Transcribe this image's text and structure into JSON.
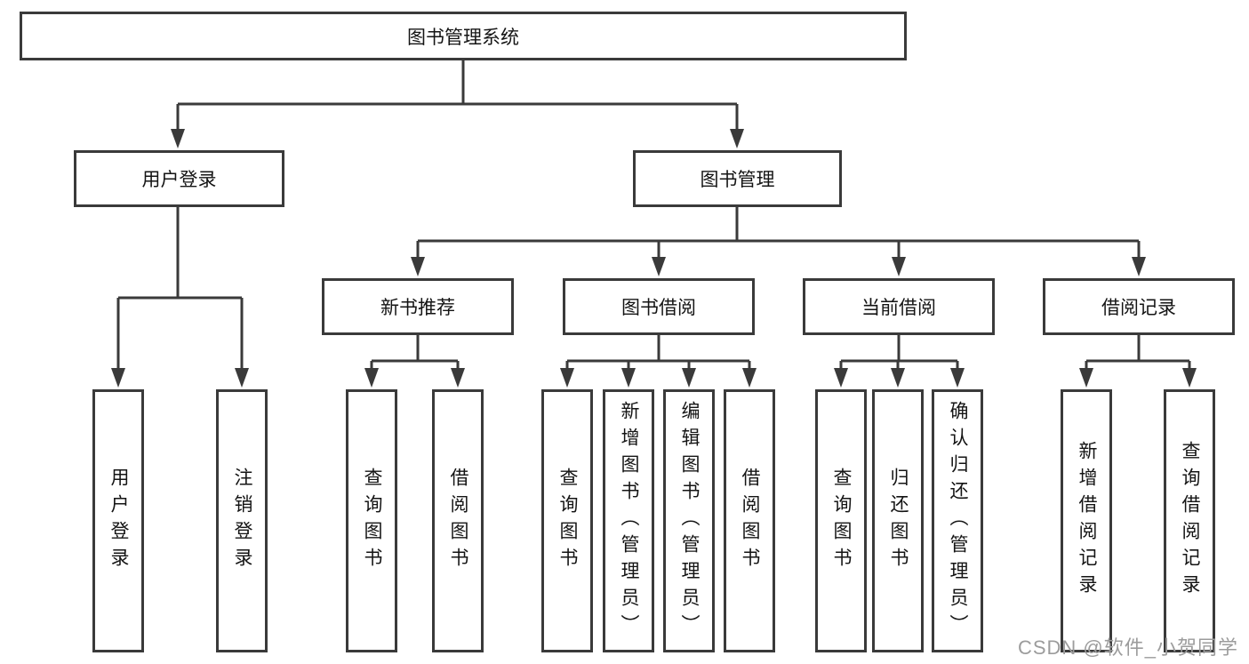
{
  "tree": {
    "root": "图书管理系统",
    "branches": [
      {
        "label": "用户登录",
        "leaves": [
          "用户登录",
          "注销登录"
        ]
      },
      {
        "label": "图书管理",
        "sections": [
          {
            "label": "新书推荐",
            "leaves": [
              "查询图书",
              "借阅图书"
            ]
          },
          {
            "label": "图书借阅",
            "leaves": [
              "查询图书",
              "新增图书（管理员）",
              "编辑图书（管理员）",
              "借阅图书"
            ]
          },
          {
            "label": "当前借阅",
            "leaves": [
              "查询图书",
              "归还图书",
              "确认归还（管理员）"
            ]
          },
          {
            "label": "借阅记录",
            "leaves": [
              "新增借阅记录",
              "查询借阅记录"
            ]
          }
        ]
      }
    ]
  },
  "watermark": {
    "text": "CSDN @软件_小贺同学"
  },
  "colors": {
    "line": "#3a3a3a",
    "box_border": "#3a3a3a",
    "text": "#141414",
    "watermark": "#9c9c9c",
    "background": "#ffffff"
  }
}
